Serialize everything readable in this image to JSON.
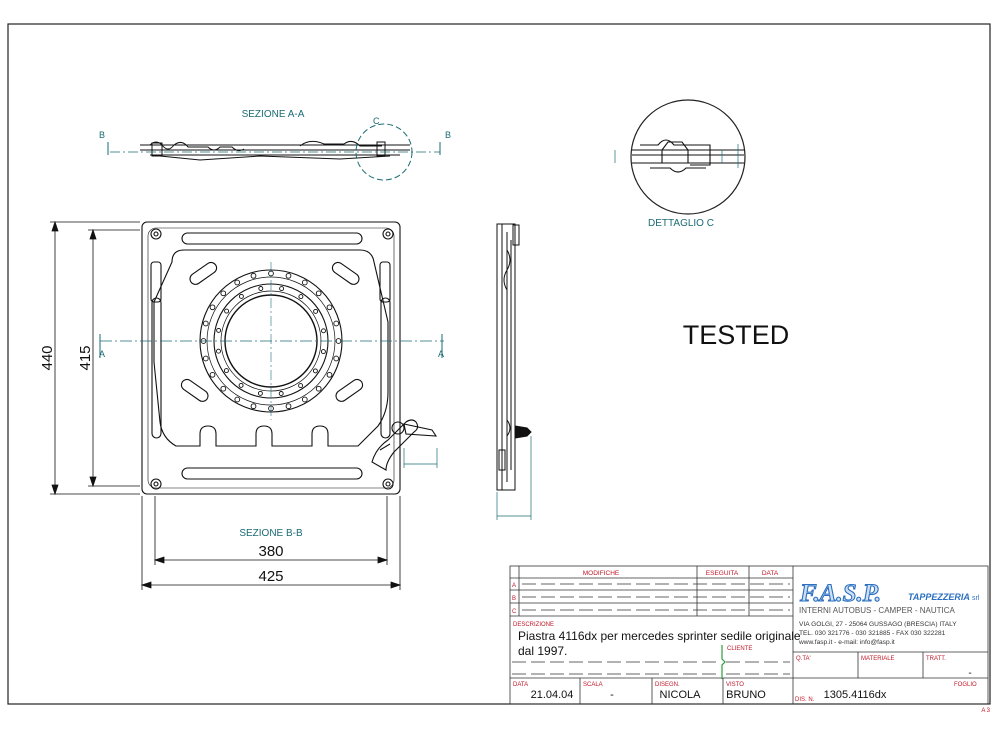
{
  "drawing": {
    "views": {
      "section_aa": "SEZIONE A-A",
      "section_bb": "SEZIONE B-B",
      "detail_c": "DETTAGLIO C",
      "detail_marker": "C",
      "section_marker_a": "A",
      "section_marker_b": "B"
    },
    "dimensions": {
      "height_outer": "440",
      "height_inner": "415",
      "width_inner": "380",
      "width_outer": "425"
    },
    "stamp": "TESTED"
  },
  "title_block": {
    "headers": {
      "modifiche": "MODIFICHE",
      "eseguita": "ESEGUITA",
      "data": "DATA",
      "descrizione": "DESCRIZIONE",
      "cliente": "CLIENTE",
      "qta": "Q.TA'",
      "materiale": "MATERIALE",
      "tratt": "TRATT.",
      "foglio": "FOGLIO",
      "data_row": "DATA",
      "scala": "SCALA",
      "disegn": "DISEGN.",
      "visto": "VISTO",
      "dis_n": "DIS. N."
    },
    "revision_letters": [
      "A",
      "B",
      "C"
    ],
    "description_line1": "Piastra  4116dx per mercedes sprinter sedile originale",
    "description_line2": "dal 1997.",
    "date": "21.04.04",
    "scale": "-",
    "drawn_by": "NICOLA",
    "checked_by": "BRUNO",
    "drawing_number": "1305.4116dx",
    "sheet": "-",
    "sheet_size": "A 3"
  },
  "company": {
    "logo_text": "F.A.S.P.",
    "brand": "TAPPEZZERIA",
    "suffix": "srl",
    "tagline": "INTERNI AUTOBUS  -  CAMPER  -  NAUTICA",
    "address": "VIA GOLGI, 27 - 25064 GUSSAGO (BRESCIA) ITALY",
    "phones": "TEL. 030 321776 - 030 321885 - FAX 030 322281",
    "web": "www.fasp.it  -  e-mail: info@fasp.it"
  },
  "colors": {
    "line": "#111111",
    "center_line": "#1f6f7a",
    "dimension": "#1a6b73",
    "title_block_label": "#c0182a",
    "logo_blue": "#2a6fc0",
    "cliente_bracket": "#2e9e3e"
  }
}
